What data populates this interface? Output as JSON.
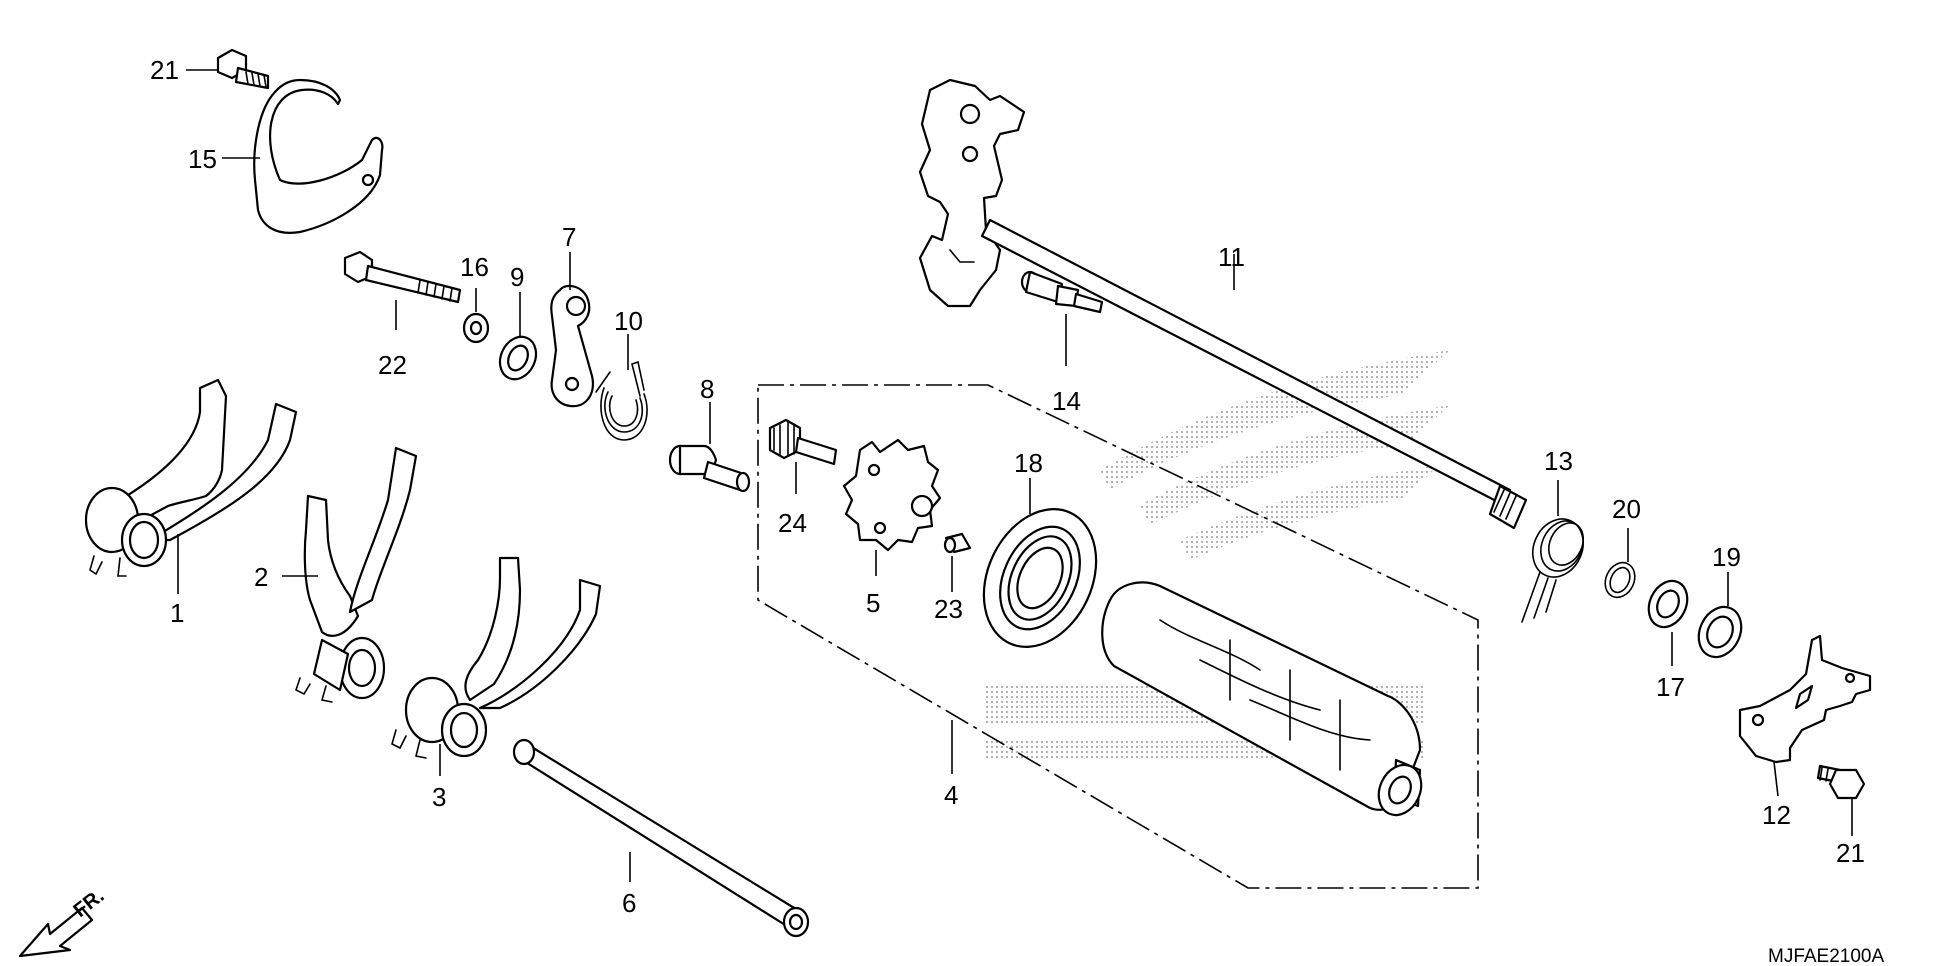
{
  "diagram_code": "MJFAE2100A",
  "direction_label": "FR.",
  "callouts": [
    {
      "id": "c1",
      "label": "1"
    },
    {
      "id": "c2",
      "label": "2"
    },
    {
      "id": "c3",
      "label": "3"
    },
    {
      "id": "c4",
      "label": "4"
    },
    {
      "id": "c5",
      "label": "5"
    },
    {
      "id": "c6",
      "label": "6"
    },
    {
      "id": "c7",
      "label": "7"
    },
    {
      "id": "c8",
      "label": "8"
    },
    {
      "id": "c9",
      "label": "9"
    },
    {
      "id": "c10",
      "label": "10"
    },
    {
      "id": "c11",
      "label": "11"
    },
    {
      "id": "c12",
      "label": "12"
    },
    {
      "id": "c13",
      "label": "13"
    },
    {
      "id": "c14",
      "label": "14"
    },
    {
      "id": "c15",
      "label": "15"
    },
    {
      "id": "c16",
      "label": "16"
    },
    {
      "id": "c17",
      "label": "17"
    },
    {
      "id": "c18",
      "label": "18"
    },
    {
      "id": "c19",
      "label": "19"
    },
    {
      "id": "c20",
      "label": "20"
    },
    {
      "id": "c21a",
      "label": "21"
    },
    {
      "id": "c21b",
      "label": "21"
    },
    {
      "id": "c22",
      "label": "22"
    },
    {
      "id": "c23",
      "label": "23"
    },
    {
      "id": "c24",
      "label": "24"
    }
  ]
}
